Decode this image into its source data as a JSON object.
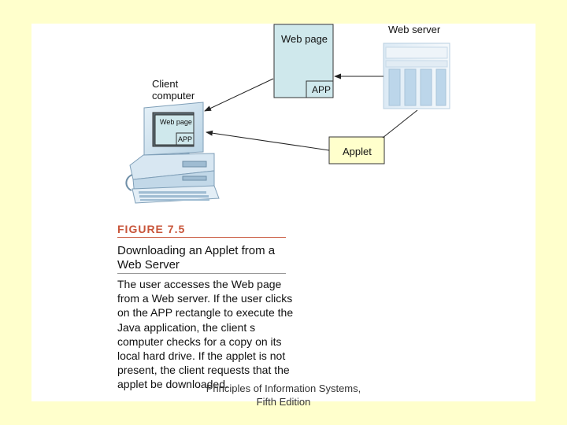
{
  "diagram": {
    "client_label": "Client\ncomputer",
    "server_label": "Web server",
    "webpage_box_label": "Web page",
    "app_box_label": "APP",
    "screen_webpage_label": "Web page",
    "screen_app_label": "APP",
    "applet_box_label": "Applet"
  },
  "figure": {
    "number": "FIGURE 7.5",
    "title": "Downloading an Applet from a Web Server",
    "caption": "The user accesses the Web page from a Web server. If the user clicks on the APP rectangle to execute the Java application, the client s computer checks for a copy on its local hard drive. If the applet is not present, the client requests that the applet be downloaded."
  },
  "footer": {
    "line1": "Principles of Information Systems,",
    "line2": "Fifth Edition"
  },
  "colors": {
    "slide_background": "#ffffcc",
    "panel_background": "#ffffff",
    "webpage_box_fill": "#cfe8ec",
    "applet_box_fill": "#ffffcc",
    "figure_number_color": "#c8553a"
  }
}
